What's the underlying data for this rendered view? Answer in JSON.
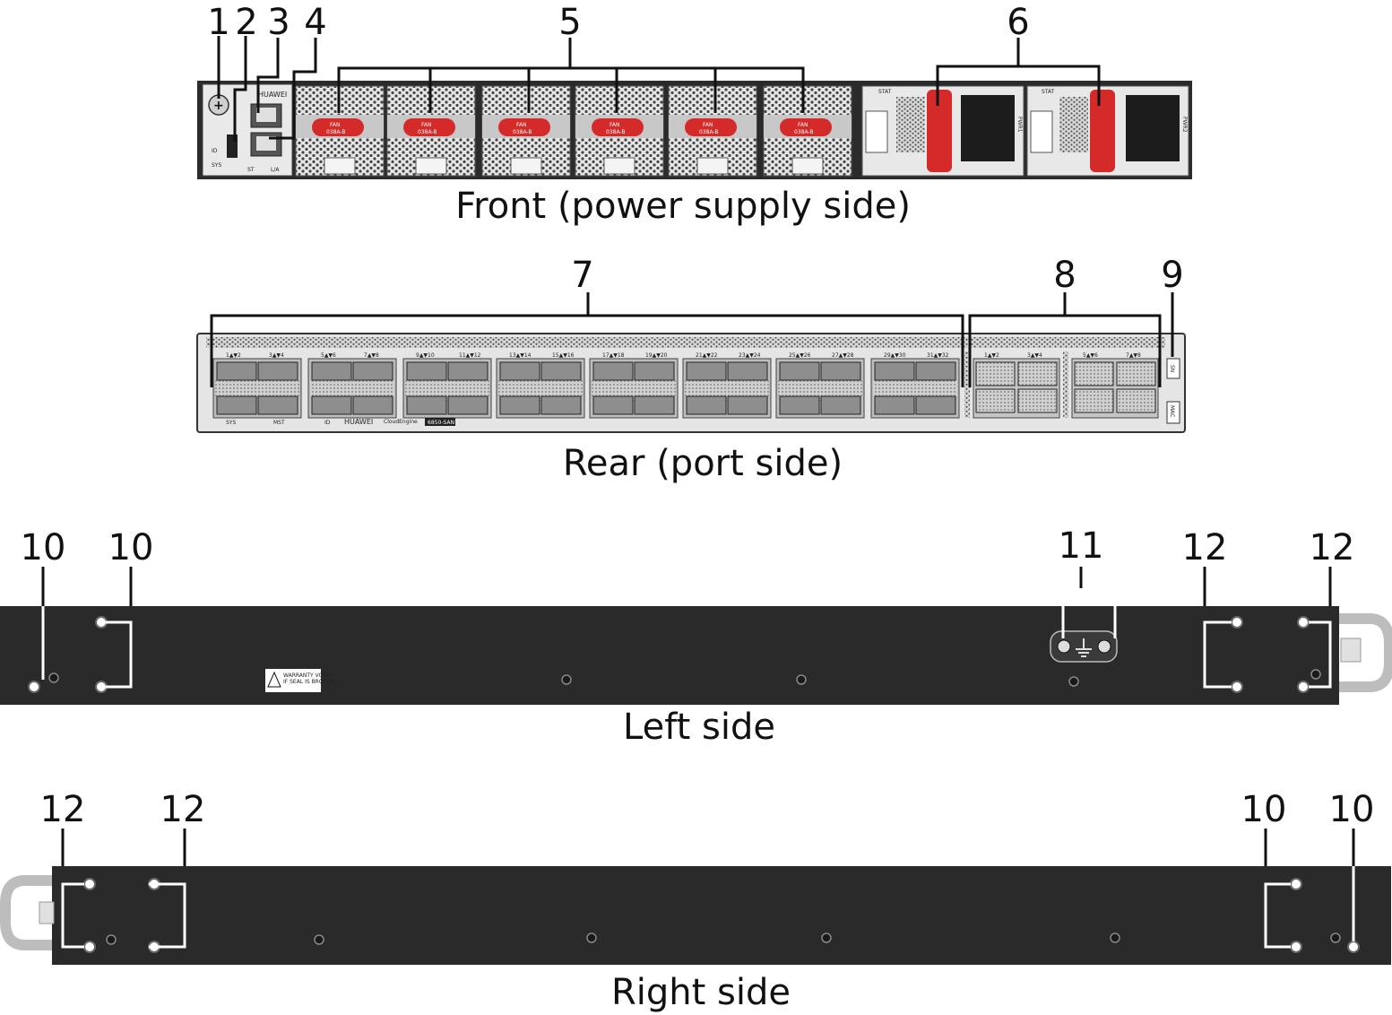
{
  "captions": {
    "front": "Front (power supply side)",
    "rear": "Rear (port side)",
    "left": "Left side",
    "right": "Right side"
  },
  "callouts": {
    "front": [
      "1",
      "2",
      "3",
      "4",
      "5",
      "6"
    ],
    "rear": [
      "7",
      "8",
      "9"
    ],
    "left": [
      "10",
      "10",
      "11",
      "12",
      "12"
    ],
    "right": [
      "12",
      "12",
      "10",
      "10"
    ]
  },
  "front_panel": {
    "brand": "HUAWEI",
    "fan_label": "FAN",
    "fan_model": "038A-B",
    "indicators": [
      "ID",
      "SYS",
      "ST",
      "L/A"
    ],
    "psu_stat": "STAT",
    "psu_slots": [
      "PWR1",
      "PWR2"
    ]
  },
  "rear_panel": {
    "brand": "HUAWEI",
    "product": "CloudEngine",
    "model": "6850-SAN",
    "indicators": [
      "SYS",
      "MST",
      "ID"
    ],
    "port_pairs": [
      "1▲▼2",
      "3▲▼4",
      "5▲▼6",
      "7▲▼8",
      "9▲▼10",
      "11▲▼12",
      "13▲▼14",
      "15▲▼16",
      "17▲▼18",
      "19▲▼20",
      "21▲▼22",
      "23▲▼24",
      "25▲▼26",
      "27▲▼28",
      "29▲▼30",
      "31▲▼32"
    ],
    "qsfp_pairs": [
      "1▲▼2",
      "3▲▼4",
      "5▲▼6",
      "7▲▼8"
    ],
    "side_ports": [
      "SN",
      "MAC"
    ]
  },
  "left_panel": {
    "warranty_label": "WARRANTY VOID",
    "warranty_sub": "IF SEAL IS BROKEN"
  }
}
